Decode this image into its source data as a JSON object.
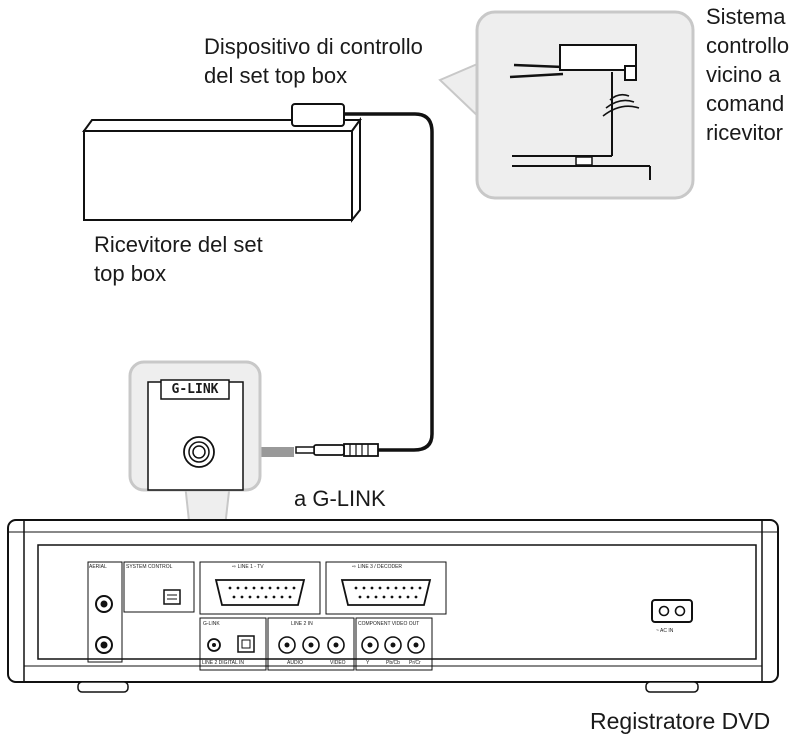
{
  "labels": {
    "stb_controller": "Dispositivo di controllo\ndel set top box",
    "side_note": "Sistema\ncontrollo\nvicino a\ncomand\nricevitor",
    "stb_receiver": "Ricevitore del set\ntop box",
    "glink_panel": "G-LINK",
    "to_glink": "a G-LINK",
    "dvd_recorder": "Registratore DVD"
  },
  "rear_panel_labels": {
    "aerial": "AERIAL",
    "system_control": "SYSTEM CONTROL",
    "line1_tv": "⇨ LINE 1 - TV",
    "line3_decoder": "⇨ LINE 3 / DECODER",
    "g_link": "G-LINK",
    "line2_in": "LINE 2 IN",
    "component_video_out": "COMPONENT VIDEO OUT",
    "audio": "AUDIO",
    "video": "VIDEO",
    "y": "Y",
    "pb_cb": "Pb/Cb",
    "pr_cr": "Pr/Cr",
    "line2_digital_in": "LINE 2 DIGITAL IN",
    "ac_in": "~ AC IN"
  }
}
